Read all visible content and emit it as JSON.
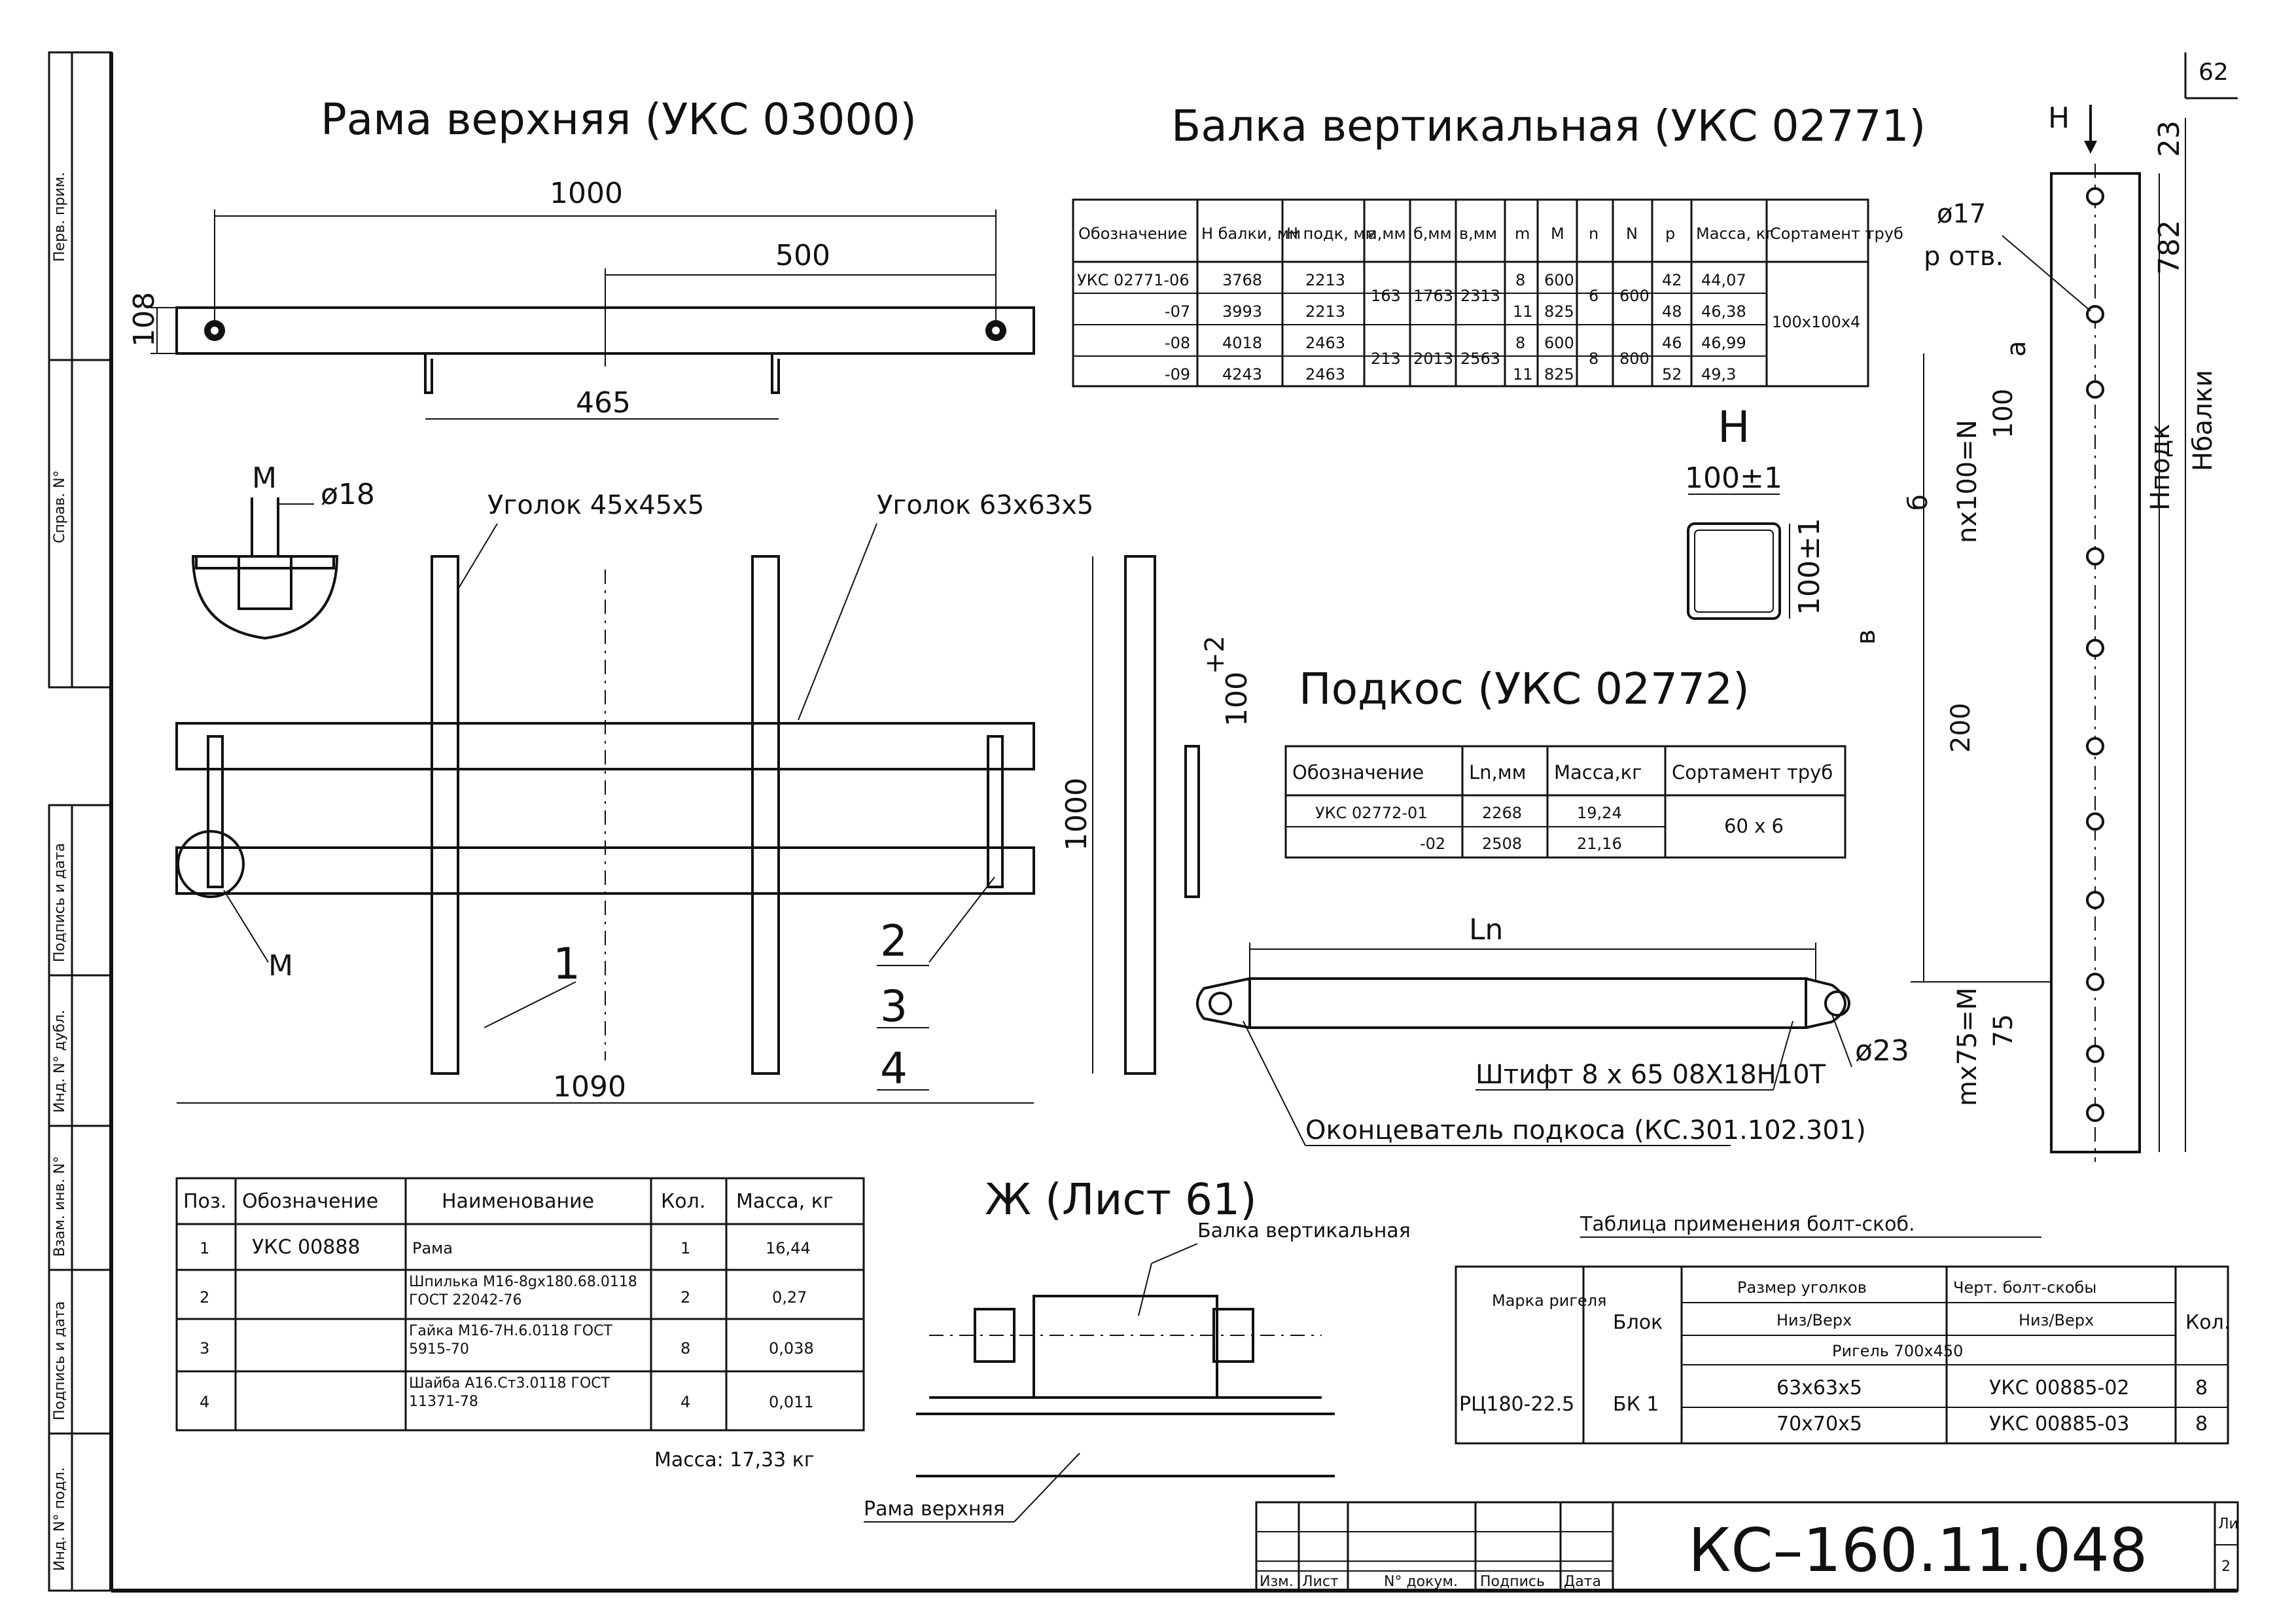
{
  "sheet": {
    "page_number": "62",
    "doc_code": "КС–160.11.048",
    "corner_text_1": "Ли",
    "corner_text_2": "2"
  },
  "side_stamp": [
    "Перв. прим.",
    "Справ. N°",
    "Подпись и дата",
    "Инд. N° дубл.",
    "Взам. инв. N°",
    "Подпись и дата",
    "Инд. N° подл."
  ],
  "frame": {
    "title": "Рама верхняя (УКС 03000)",
    "dims": [
      "1000",
      "500",
      "108",
      "465",
      "1090",
      "1000",
      "100",
      "+2"
    ],
    "labels": {
      "angle_small": "Уголок 45x45x5",
      "angle_big": "Уголок 63x63x5",
      "node_m": "M",
      "node_m2": "M",
      "dia18": "ø18",
      "pos1": "1",
      "pos2": "2",
      "pos3": "3",
      "pos4": "4"
    }
  },
  "beam": {
    "title": "Балка вертикальная (УКС 02771)",
    "headers": [
      "Обозначение",
      "Н балки, мм",
      "Н подк, мм",
      "а,мм",
      "б,мм",
      "в,мм",
      "m",
      "M",
      "n",
      "N",
      "p",
      "Масса, кг",
      "Сортамент труб"
    ],
    "rows": [
      [
        "УКС 02771-06",
        "3768",
        "2213",
        "163",
        "1763",
        "2313",
        "8",
        "600",
        "6",
        "600",
        "42",
        "44,07",
        "100x100x4"
      ],
      [
        "-07",
        "3993",
        "2213",
        "",
        "",
        "",
        "11",
        "825",
        "",
        "",
        "48",
        "46,38",
        ""
      ],
      [
        "-08",
        "4018",
        "2463",
        "213",
        "2013",
        "2563",
        "8",
        "600",
        "8",
        "800",
        "46",
        "46,99",
        ""
      ],
      [
        "-09",
        "4243",
        "2463",
        "",
        "",
        "",
        "11",
        "825",
        "",
        "",
        "52",
        "49,3",
        ""
      ]
    ],
    "section_label": "H",
    "section_w": "100±1",
    "section_h": "100±1",
    "side_dims": {
      "top_label": "H",
      "d17": "ø17",
      "p_otv": "p отв.",
      "d23": "23",
      "d782": "782",
      "a": "a",
      "d100": "100",
      "nx100": "nx100=N",
      "b": "б",
      "v": "в",
      "d200": "200",
      "d75": "75",
      "mx75": "mx75=M",
      "hpodk": "Hподк",
      "hbalki": "Hбалки"
    }
  },
  "strut": {
    "title": "Подкос (УКС 02772)",
    "headers": [
      "Обозначение",
      "Ln,мм",
      "Масса,кг",
      "Сортамент труб"
    ],
    "rows": [
      [
        "УКС 02772-01",
        "2268",
        "19,24",
        "60 x 6"
      ],
      [
        "-02",
        "2508",
        "21,16",
        ""
      ]
    ],
    "ln": "Ln",
    "pin": "Штифт 8 x 65 08Х18Н10Т",
    "end": "Оконцеватель подкоса (КС.301.102.301)",
    "d23": "ø23"
  },
  "detail_zh": {
    "title": "Ж (Лист 61)",
    "beam_label": "Балка вертикальная",
    "frame_label": "Рама верхняя"
  },
  "parts": {
    "headers": [
      "Поз.",
      "Обозначение",
      "Наименование",
      "Кол.",
      "Масса, кг"
    ],
    "rows": [
      [
        "1",
        "УКС 00888",
        "Рама",
        "1",
        "16,44"
      ],
      [
        "2",
        "",
        "Шпилька М16-8gx180.68.0118 ГОСТ 22042-76",
        "2",
        "0,27"
      ],
      [
        "3",
        "",
        "Гайка М16-7Н.6.0118 ГОСТ 5915-70",
        "8",
        "0,038"
      ],
      [
        "4",
        "",
        "Шайба А16.Ст3.0118 ГОСТ 11371-78",
        "4",
        "0,011"
      ]
    ],
    "total": "Масса:  17,33 кг"
  },
  "bolt_table": {
    "title": "Таблица применения болт-скоб.",
    "h_mark": "Марка ригеля",
    "h_block": "Блок",
    "h_size": "Размер уголков",
    "h_draw": "Черт. болт-скобы",
    "h_qty": "Кол.",
    "h_nv1": "Низ/Верх",
    "h_nv2": "Низ/Верх",
    "h_rig": "Ригель 700x450",
    "mark": "РЦ180-22.5",
    "block": "БК 1",
    "sizes": [
      "63x63x5",
      "70x70x5"
    ],
    "drawings": [
      "УКС 00885-02",
      "УКС 00885-03"
    ],
    "qty": [
      "8",
      "8"
    ]
  },
  "stamp": {
    "cols": [
      "Изм.",
      "Лист",
      "N° докум.",
      "Подпись",
      "Дата"
    ]
  }
}
